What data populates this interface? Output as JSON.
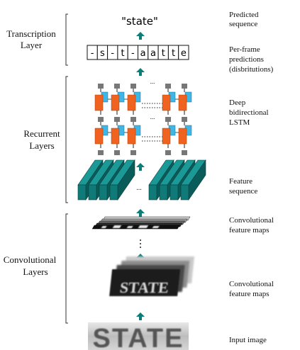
{
  "left_labels": {
    "transcription": [
      "Transcription",
      "Layer"
    ],
    "recurrent": [
      "Recurrent",
      "Layers"
    ],
    "convolutional": [
      "Convolutional",
      "Layers"
    ]
  },
  "right_labels": {
    "predicted": [
      "Predicted",
      "sequence"
    ],
    "per_frame": [
      "Per-frame",
      "predictions",
      "(disbritutions)"
    ],
    "deep_lstm": [
      "Deep",
      "bidirectional",
      "LSTM"
    ],
    "feature_seq": [
      "Feature",
      "sequence"
    ],
    "conv_maps_top": [
      "Convolutional",
      "feature maps"
    ],
    "conv_maps_bottom": [
      "Convolutional",
      "feature maps"
    ],
    "input_image": [
      "Input image"
    ]
  },
  "output_text": "\"state\"",
  "frame_predictions": [
    "-",
    "s",
    "-",
    "t",
    "-",
    "a",
    "a",
    "t",
    "t",
    "e"
  ],
  "input_word": "STATE",
  "ellipsis": "...",
  "colors": {
    "arrow": "#0b7d78",
    "feature_block": "#0f7a78",
    "lstm_orange": "#f0621f",
    "lstm_blue": "#3fb7e6",
    "lstm_gray": "#777777",
    "bracket": "#333333"
  }
}
